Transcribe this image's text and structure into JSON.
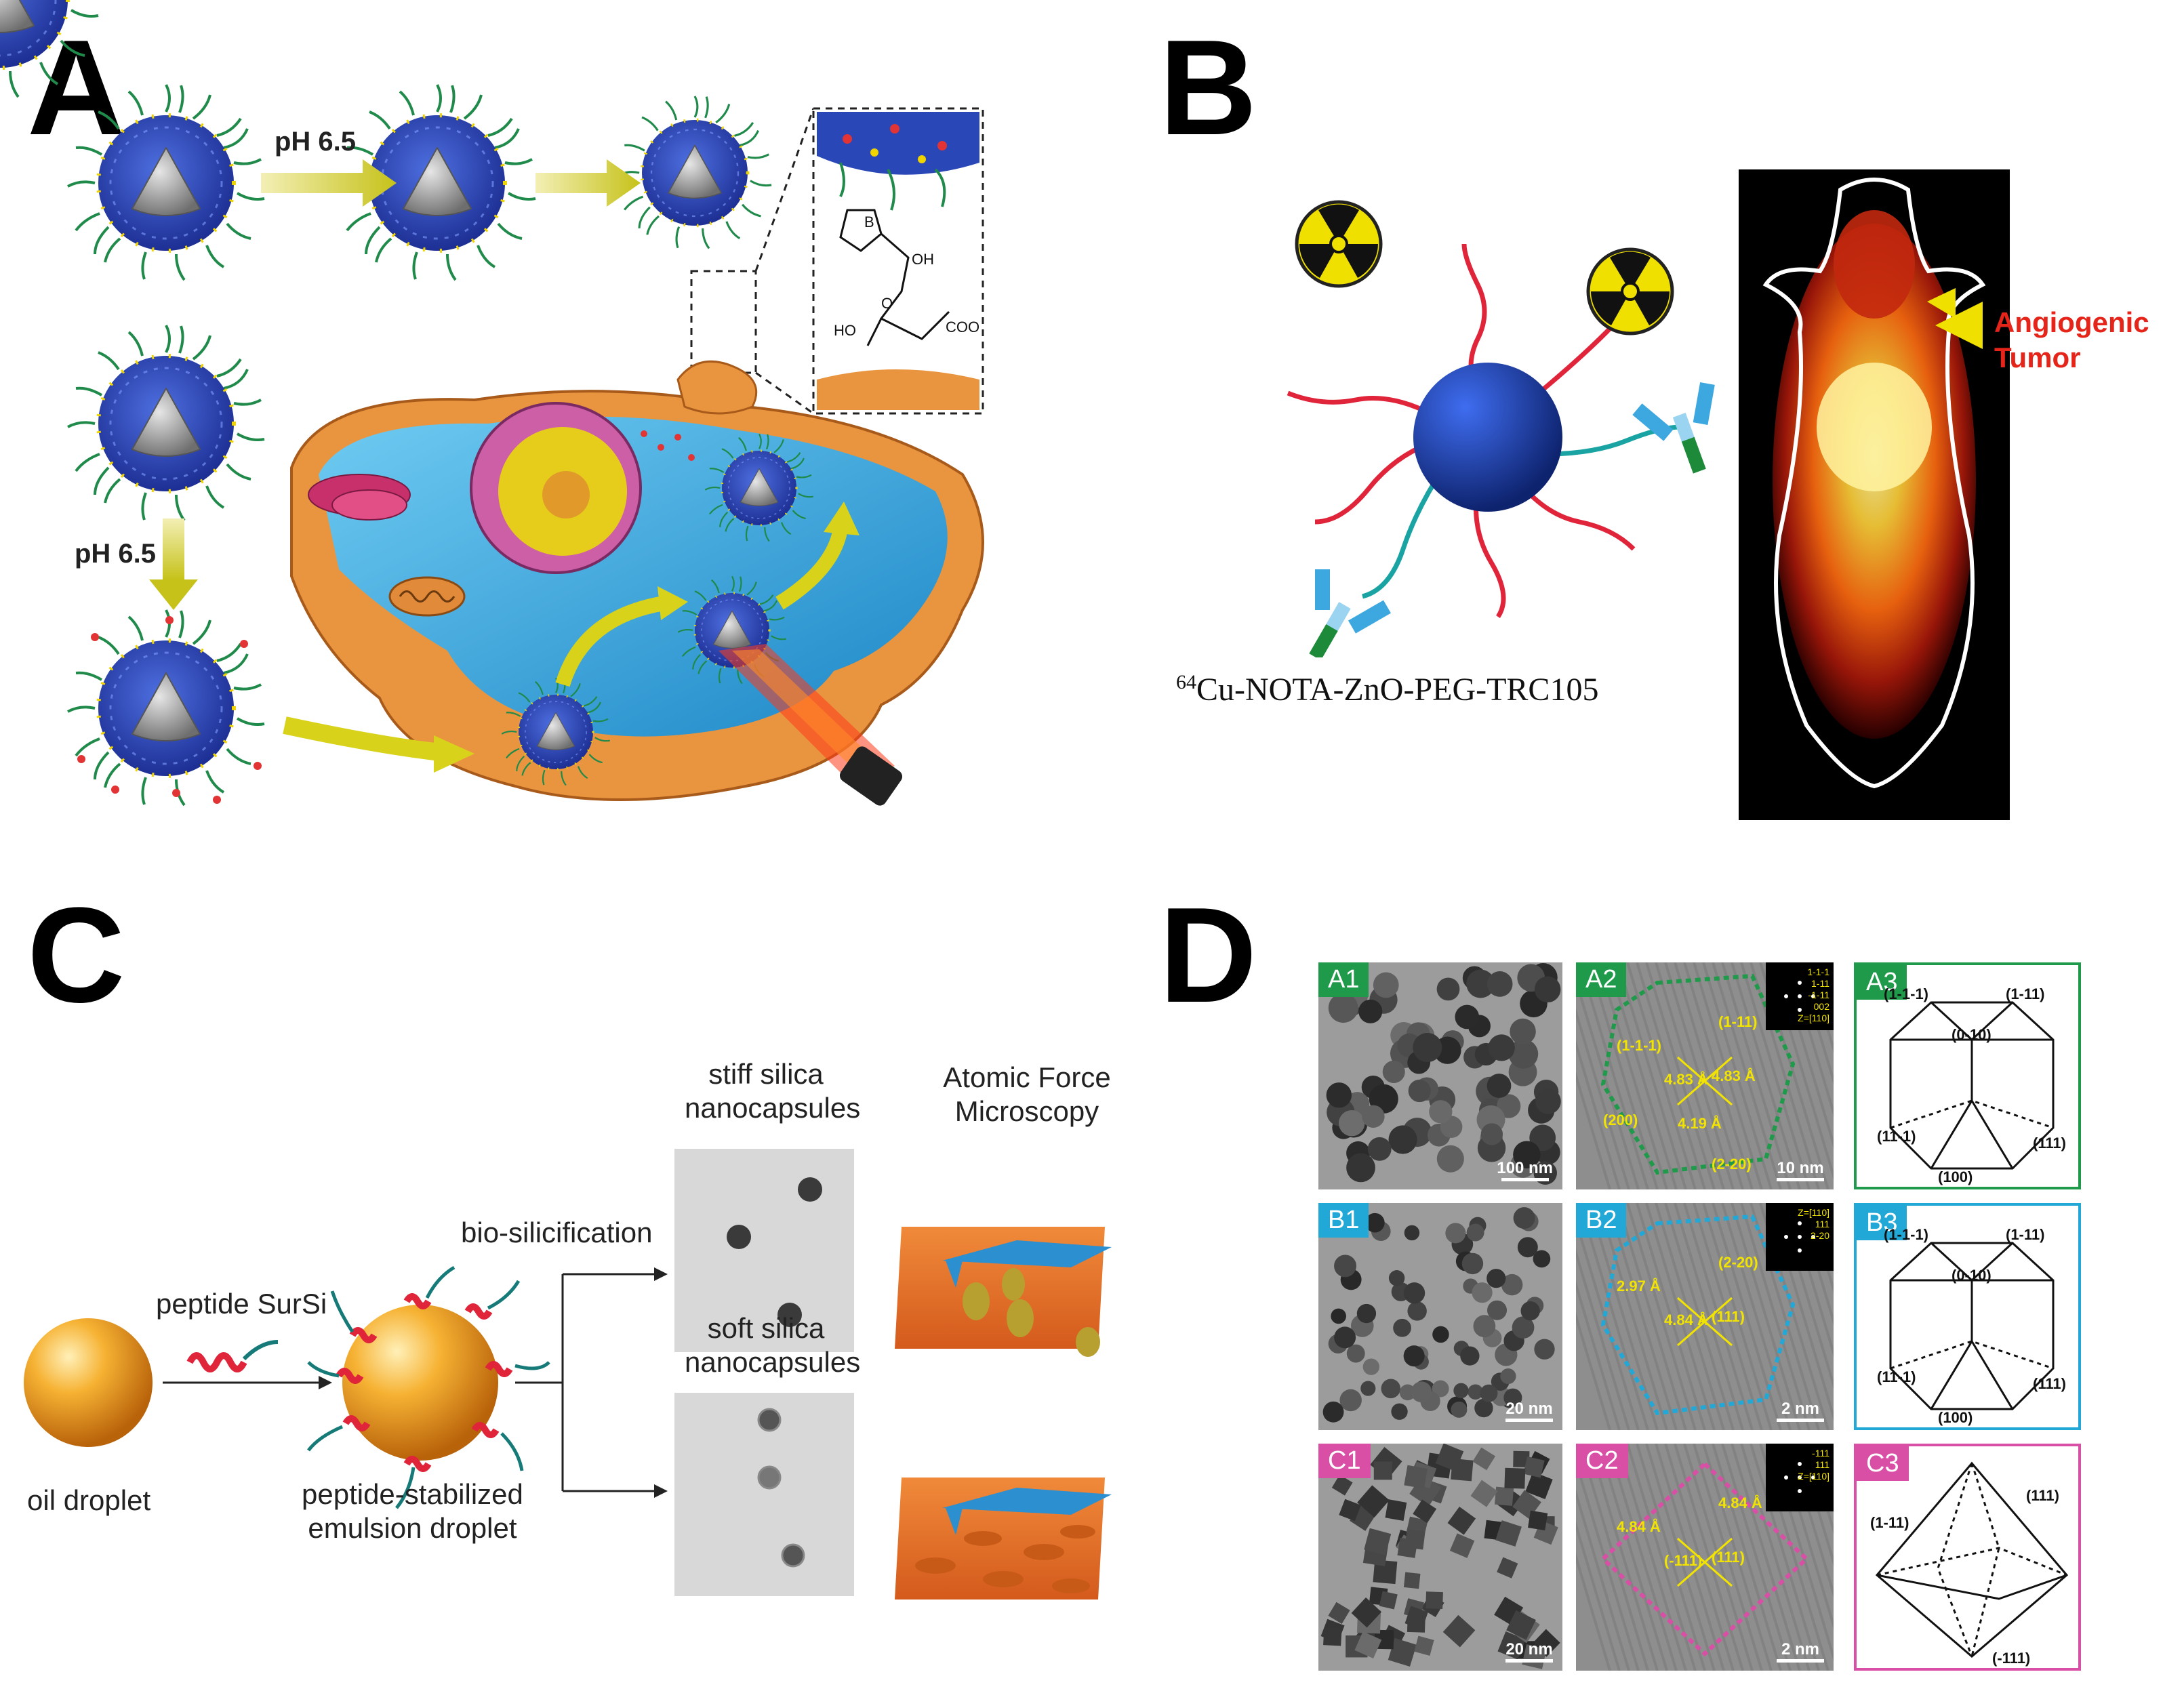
{
  "panels": {
    "A": {
      "letter": "A",
      "ph_label_top": "pH 6.5",
      "ph_label_left": "pH 6.5",
      "chem_oh": "OH",
      "chem_ho": "HO",
      "chem_coo": "COO",
      "chem_o": "O",
      "chem_b": "B"
    },
    "B": {
      "letter": "B",
      "conjugate_label": "Cu-NOTA-ZnO-PEG-TRC105",
      "conjugate_superscript": "64",
      "tumor_label_line1": "Angiogenic",
      "tumor_label_line2": "Tumor"
    },
    "C": {
      "letter": "C",
      "oil_droplet": "oil droplet",
      "peptide": "peptide SurSi",
      "emulsion_line1": "peptide-stabilized",
      "emulsion_line2": "emulsion droplet",
      "bio_silicification": "bio-silicification",
      "stiff_line1": "stiff silica",
      "stiff_line2": "nanocapsules",
      "soft_line1": "soft silica",
      "soft_line2": "nanocapsules",
      "afm_line1": "Atomic Force",
      "afm_line2": "Microscopy"
    },
    "D": {
      "letter": "D",
      "rows": [
        {
          "color": "#1f9a4a",
          "tags": [
            "A1",
            "A2",
            "A3"
          ],
          "scale1": "100 nm",
          "scale2": "10 nm",
          "fft": [
            "1-1-1",
            "1-11",
            "-1-11",
            "002",
            "Z=[110]"
          ],
          "lattice": [
            "(1-1-1)",
            "(1-11)",
            "4.83 Å",
            "4.83 Å",
            "4.19 Å",
            "(200)",
            "(2-20)"
          ],
          "facets": [
            "(1-1-1)",
            "(1-11)",
            "(0-10)",
            "(11-1)",
            "(100)",
            "(111)"
          ]
        },
        {
          "color": "#22a8d6",
          "tags": [
            "B1",
            "B2",
            "B3"
          ],
          "scale1": "20 nm",
          "scale2": "2 nm",
          "fft": [
            "Z=[110]",
            "111",
            "2-20"
          ],
          "lattice": [
            "2.97 Å",
            "(2-20)",
            "4.84 Å",
            "(111)"
          ],
          "facets": [
            "(1-1-1)",
            "(1-11)",
            "(0-10)",
            "(11-1)",
            "(100)",
            "(111)"
          ]
        },
        {
          "color": "#d94fa6",
          "tags": [
            "C1",
            "C2",
            "C3"
          ],
          "scale1": "20 nm",
          "scale2": "2 nm",
          "fft": [
            "-111",
            "111",
            "Z=[110]"
          ],
          "lattice": [
            "4.84 Å",
            "4.84 Å",
            "(-111)",
            "(111)"
          ],
          "facets": [
            "(1-11)",
            "(111)",
            "(-111)"
          ]
        }
      ]
    }
  },
  "colors": {
    "nanoparticle_core": "#8a8a8a",
    "shell_blue": "#2a47b8",
    "corona_green": "#1f8a4a",
    "cell_orange": "#e9953f",
    "cytoplasm_blue": "#3fa6d8",
    "znO_sphere": "#1b3a9e",
    "pet_background": "#000000",
    "afm_surface": "#e46a2a",
    "cantilever": "#2b8fd0",
    "droplet_gold": "#f0a32a",
    "fringe_yellow": "#f2e400"
  }
}
